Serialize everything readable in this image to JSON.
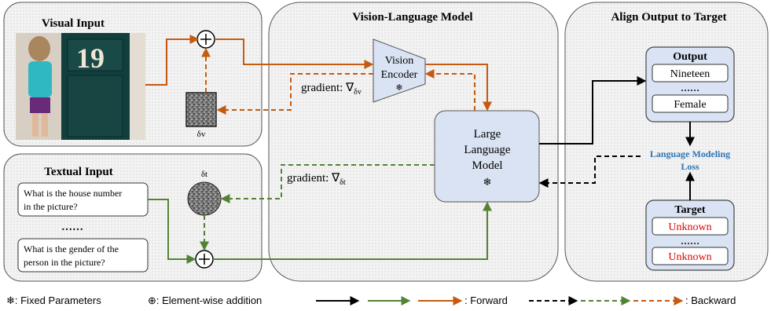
{
  "panels": {
    "visual_input": {
      "title": "Visual Input",
      "door_number": "19",
      "delta_label": "δv"
    },
    "textual_input": {
      "title": "Textual Input",
      "delta_label": "δt",
      "question1_line1": "What is the house number",
      "question1_line2": "in the picture?",
      "ellipsis": "……",
      "question2_line1": "What is the gender of the",
      "question2_line2": "person in the picture?"
    },
    "vlm": {
      "title": "Vision-Language Model",
      "encoder_line1": "Vision",
      "encoder_line2": "Encoder",
      "llm_line1": "Large",
      "llm_line2": "Language",
      "llm_line3": "Model",
      "frozen_symbol": "❄",
      "gradient_v": "gradient: ∇",
      "gradient_v_sub": "δv",
      "gradient_t": "gradient: ∇",
      "gradient_t_sub": "δt"
    },
    "align": {
      "title": "Align Output to Target",
      "output_title": "Output",
      "output_items": [
        "Nineteen",
        "Female"
      ],
      "output_ellipsis": "……",
      "loss_line1": "Language Modeling",
      "loss_line2": "Loss",
      "target_title": "Target",
      "target_items": [
        "Unknown",
        "Unknown"
      ],
      "target_ellipsis": "……"
    }
  },
  "legend": {
    "frozen": "❄: Fixed Parameters",
    "addition": "⊕: Element-wise addition",
    "forward": ": Forward",
    "backward": ": Backward"
  },
  "colors": {
    "orange": "#c55a11",
    "green": "#548235",
    "black": "#000000",
    "blue_box": "#dae3f3",
    "loss_blue": "#2e75b6",
    "target_red": "#e00000"
  }
}
